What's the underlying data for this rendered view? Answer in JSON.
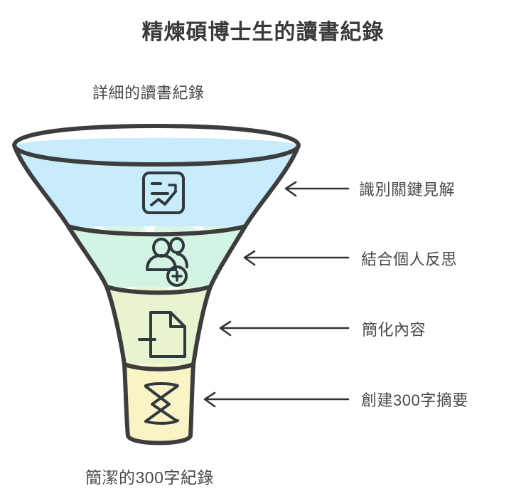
{
  "title": "精煉碩博士生的讀書紀錄",
  "top_label": "詳細的讀書紀錄",
  "bottom_label": "簡潔的300字紀錄",
  "colors": {
    "background": "#ffffff",
    "outline": "#3d3d3d",
    "text": "#4a4a4a",
    "title_text": "#3a3a3a",
    "stage_1_fill": "#c8ecfb",
    "stage_2_fill": "#d4f4e3",
    "stage_3_fill": "#e8f4cf",
    "stage_4_fill": "#faf3c6",
    "connector": "#333333"
  },
  "chart_data": {
    "type": "funnel",
    "title": "精煉碩博士生的讀書紀錄",
    "input_label": "詳細的讀書紀錄",
    "output_label": "簡潔的300字紀錄",
    "stages": [
      {
        "index": 1,
        "label": "識別關鍵見解",
        "icon": "chart-document-icon",
        "fill": "#c8ecfb",
        "width_fraction": 1.0
      },
      {
        "index": 2,
        "label": "結合個人反思",
        "icon": "add-users-icon",
        "fill": "#d4f4e3",
        "width_fraction": 0.62
      },
      {
        "index": 3,
        "label": "簡化內容",
        "icon": "document-minus-icon",
        "fill": "#e8f4cf",
        "width_fraction": 0.38
      },
      {
        "index": 4,
        "label": "創建300字摘要",
        "icon": "sigma-sum-icon",
        "fill": "#faf3c6",
        "width_fraction": 0.25
      }
    ],
    "legend": [],
    "grid": false
  },
  "funnel": {
    "stage_labels": [
      "識別關鍵見解",
      "結合個人反思",
      "簡化內容",
      "創建300字摘要"
    ],
    "icons": [
      "chart-document-icon",
      "add-users-icon",
      "document-minus-icon",
      "sigma-sum-icon"
    ]
  }
}
